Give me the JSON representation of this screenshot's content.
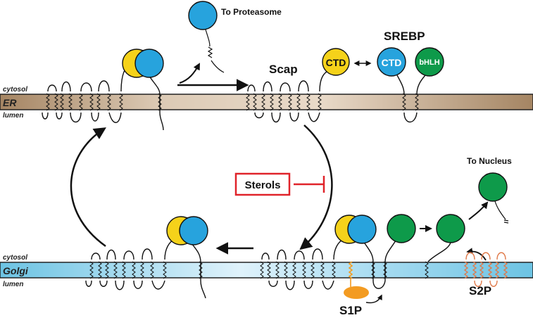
{
  "labels": {
    "to_proteasome": "To Proteasome",
    "scap": "Scap",
    "srebp": "SREBP",
    "ctd_scap": "CTD",
    "ctd_srebp": "CTD",
    "bhlh": "bHLH",
    "cytosol_er": "cytosol",
    "er": "ER",
    "lumen_er": "lumen",
    "to_nucleus": "To Nucleus",
    "sterols": "Sterols",
    "cytosol_golgi": "cytosol",
    "golgi": "Golgi",
    "lumen_golgi": "lumen",
    "s1p": "S1P",
    "s2p": "S2P"
  },
  "colors": {
    "yellow": "#f5d21a",
    "blue": "#27a3dd",
    "green": "#0e9a4a",
    "orange": "#f39b21",
    "red": "#e0232a",
    "er_membrane_dark": "#a58563",
    "er_membrane_light": "#e8d8c6",
    "golgi_membrane_dark": "#6cc3e3",
    "golgi_membrane_light": "#d9f0fa"
  }
}
